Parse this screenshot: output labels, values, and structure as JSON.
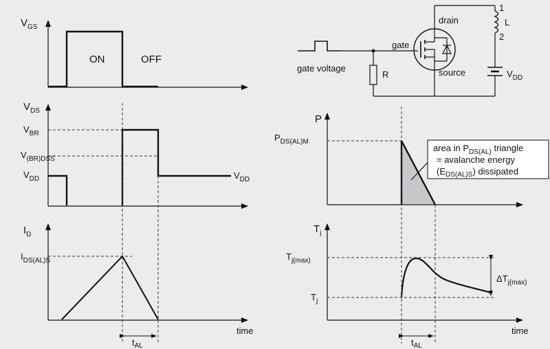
{
  "vgs_plot": {
    "axis": "V",
    "axis_sub": "GS",
    "on_label": "ON",
    "off_label": "OFF"
  },
  "vds_plot": {
    "axis": "V",
    "axis_sub": "DS",
    "vbr": "V",
    "vbr_sub": "BR",
    "vbrdss": "V",
    "vbrdss_sub": "(BR)DSS",
    "vdd": "V",
    "vdd_sub": "DD",
    "vdd_right": "V",
    "vdd_right_sub": "DD"
  },
  "id_plot": {
    "axis": "I",
    "axis_sub": "D",
    "peak": "I",
    "peak_sub": "DS(AL)S",
    "time": "time",
    "tal": "t",
    "tal_sub": "AL"
  },
  "circuit": {
    "gate_voltage": "gate voltage",
    "gate": "gate",
    "drain": "drain",
    "source": "source",
    "resistor": "R",
    "inductor": "L",
    "pin1": "1",
    "pin2": "2",
    "vdd": "V",
    "vdd_sub": "DD"
  },
  "p_plot": {
    "axis": "P",
    "peak": "P",
    "peak_sub": "DS(AL)M",
    "note_line1_a": "area in P",
    "note_line1_sub": "DS(AL)",
    "note_line1_b": " triangle",
    "note_line2": "= avalanche energy",
    "note_line3_a": "(E",
    "note_line3_sub": "DS(AL)S",
    "note_line3_b": ") dissipated"
  },
  "tj_plot": {
    "axis": "T",
    "axis_sub": "j",
    "tjmax": "T",
    "tjmax_sub": "j(max)",
    "tj": "T",
    "tj_sub": "j",
    "delta": "ΔT",
    "delta_sub": "j(max)",
    "time": "time",
    "tal": "t",
    "tal_sub": "AL"
  },
  "colors": {
    "background": "#ececec",
    "ink": "#111111",
    "triangle_fill": "#c8c8cc"
  }
}
